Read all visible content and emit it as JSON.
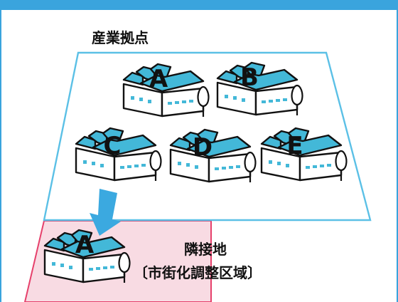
{
  "diagram": {
    "title": "産業拠点",
    "adjacent_label_1": "隣接地",
    "adjacent_label_2": "〔市街化調整区域〕",
    "colors": {
      "frame_blue": "#3aa4dd",
      "zone_outline": "#5bc0e6",
      "adjacent_fill": "#f8dbe3",
      "adjacent_outline": "#e6406b",
      "roof_blue": "#43b8d8",
      "arrow_blue": "#3ba9e0",
      "black": "#111111"
    },
    "factories": [
      {
        "label": "A",
        "role": "industrial-base"
      },
      {
        "label": "B",
        "role": "industrial-base"
      },
      {
        "label": "C",
        "role": "industrial-base"
      },
      {
        "label": "D",
        "role": "industrial-base"
      },
      {
        "label": "E",
        "role": "industrial-base"
      },
      {
        "label": "A",
        "role": "relocated-to-adjacent-land"
      }
    ]
  }
}
